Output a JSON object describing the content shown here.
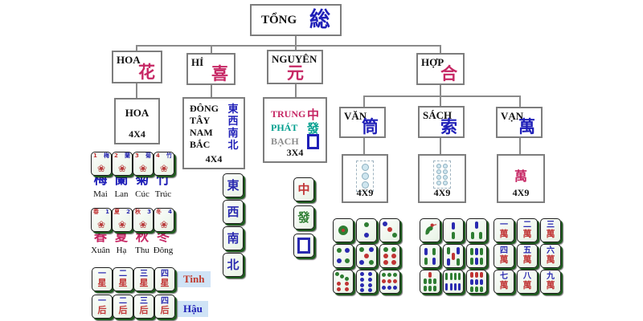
{
  "colors": {
    "magenta": "#c62764",
    "blue": "#2020b8",
    "teal": "#009f8e",
    "gray_text": "#8c8c8c",
    "line": "#8a8a8a",
    "label_bg": "#cfe3f6",
    "tile_green": "#2e7d32",
    "tile_blue": "#2a2ab0",
    "tile_red": "#c03434"
  },
  "tree": {
    "tong": {
      "label": "TỔNG",
      "cjk": "総"
    },
    "hoa": {
      "label": "HOA",
      "cjk": "花"
    },
    "hi": {
      "label": "HỈ",
      "cjk": "喜"
    },
    "nguyen": {
      "label": "NGUYÊN",
      "cjk": "元"
    },
    "hop": {
      "label": "HỢP",
      "cjk": "合"
    },
    "hoa_group": {
      "label": "HOA",
      "count": "4X4"
    },
    "winds_group": {
      "viet": [
        "ĐÔNG",
        "TÂY",
        "NAM",
        "BẮC"
      ],
      "cjk": [
        "東",
        "西",
        "南",
        "北"
      ],
      "count": "4X4"
    },
    "dragons_group": {
      "rows": [
        {
          "label": "TRUNG",
          "cjk": "中"
        },
        {
          "label": "PHÁT",
          "cjk": "發"
        },
        {
          "label": "BẠCH",
          "cjk": ""
        }
      ],
      "count": "3X4"
    },
    "van": {
      "label": "VĂN",
      "cjk": "筒",
      "count": "4X9"
    },
    "sach": {
      "label": "SÁCH",
      "cjk": "索",
      "count": "4X9"
    },
    "wan": {
      "label": "VẠN",
      "cjk": "萬",
      "count": "4X9"
    }
  },
  "flowers": {
    "numbers": [
      "1",
      "2",
      "3",
      "4"
    ],
    "chars": [
      "梅",
      "蘭",
      "菊",
      "竹"
    ],
    "viet": [
      "Mai",
      "Lan",
      "Cúc",
      "Trúc"
    ]
  },
  "seasons": {
    "numbers": [
      "1",
      "2",
      "3",
      "4"
    ],
    "chars": [
      "春",
      "夏",
      "秋",
      "冬"
    ],
    "viet": [
      "Xuân",
      "Hạ",
      "Thu",
      "Đông"
    ]
  },
  "stars": {
    "numbers": [
      "一",
      "二",
      "三",
      "四"
    ],
    "char": "星",
    "label": "Tinh"
  },
  "queens": {
    "numbers": [
      "一",
      "二",
      "三",
      "四"
    ],
    "char": "后",
    "label": "Hậu"
  },
  "winds": {
    "chars": [
      "東",
      "西",
      "南",
      "北"
    ]
  },
  "dragons": {
    "chars": [
      "中",
      "發",
      ""
    ],
    "names": [
      "red-dragon",
      "green-dragon",
      "white-dragon"
    ]
  },
  "dots_tiles": [
    1,
    2,
    3,
    4,
    5,
    6,
    7,
    8,
    9
  ],
  "bamboo_tiles": [
    1,
    2,
    3,
    4,
    5,
    6,
    7,
    8,
    9
  ],
  "wan_tiles": {
    "numbers": [
      "一",
      "二",
      "三",
      "四",
      "五",
      "六",
      "七",
      "八",
      "九"
    ],
    "char": "萬"
  }
}
